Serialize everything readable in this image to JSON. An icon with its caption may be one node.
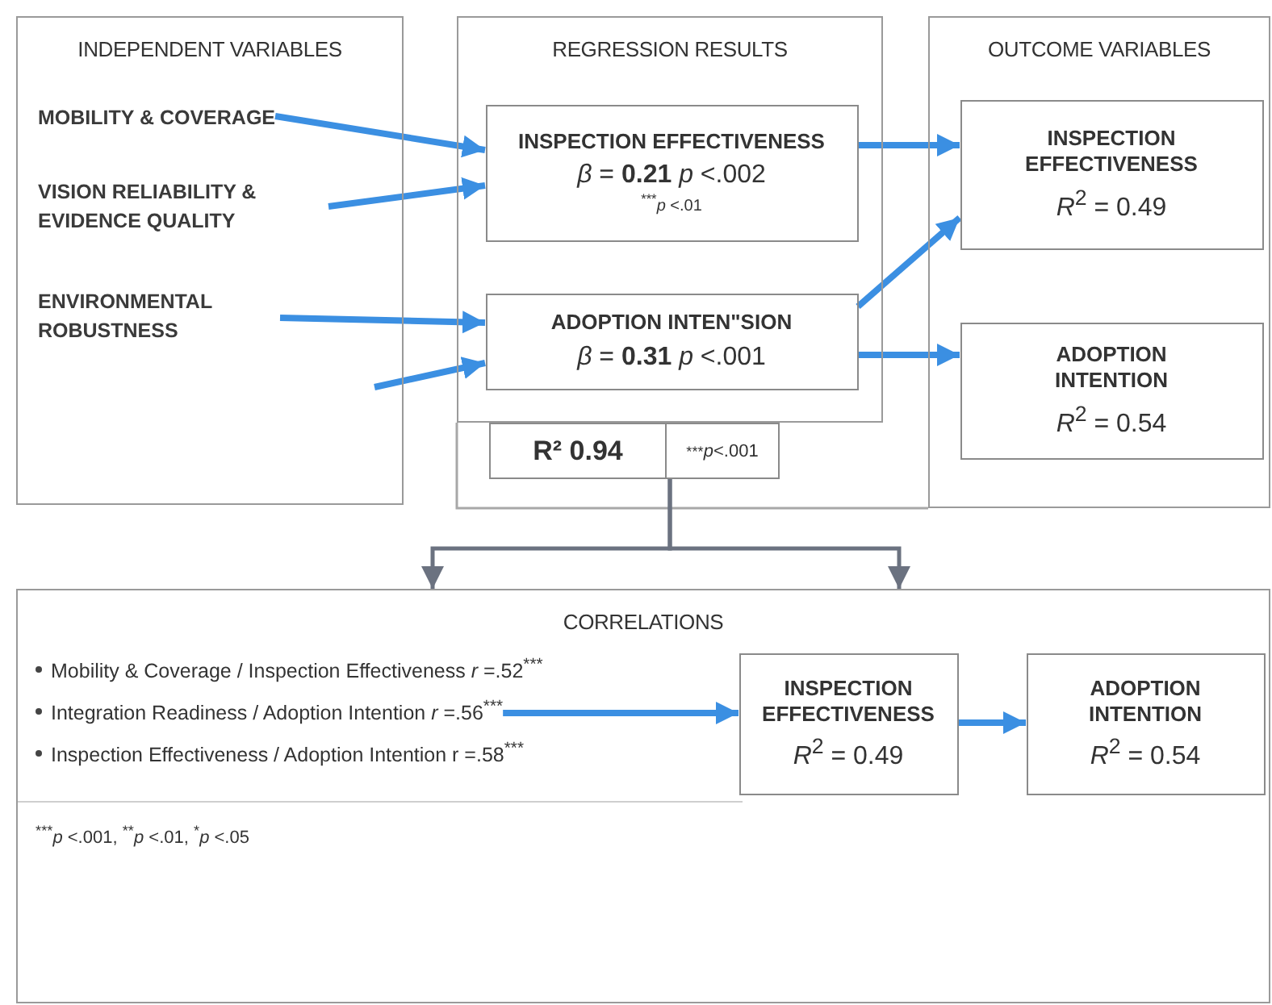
{
  "diagram": {
    "nodes": [
      {
        "text": [
          "INDEPENDENT VARIABLES"
        ]
      },
      {
        "text": [
          "MOBILITY & COVERAGE"
        ],
        "in": 0
      },
      {
        "text": [
          "VISION RELIABILITY & EVIDENCE QUALITY"
        ],
        "in": 0
      },
      {
        "text": [
          "ENVIRONMENTAL ROBUSTNESS"
        ],
        "in": 0
      },
      {
        "text": [
          "REGRESSION RESULTS"
        ]
      },
      {
        "text": [
          "INSPECTION EFFECTIVENESS",
          "*β* = **0.21** *p* <.002",
          "$^{***}$*p* <.01"
        ],
        "in": 4
      },
      {
        "text": [
          "ADOPTION INTEN\"SION",
          "*β* = **0.31** *p* <.001"
        ],
        "in": 4
      },
      {
        "text": [
          "R² 0.94",
          "$^{***}$*p*<.001"
        ]
      },
      {
        "text": [
          "OUTCOME VARIABLES"
        ]
      },
      {
        "text": [
          "INSPECTION EFFECTIVENESS",
          "*R*$^{2}$ = 0.49"
        ],
        "in": 8
      },
      {
        "text": [
          "ADOPTION INTENTION",
          "*R*$^{2}$ = 0.54"
        ],
        "in": 8
      },
      {
        "text": [
          "CORRELATIONS"
        ]
      },
      {
        "text": [
          "Mobility & Coverage / Inspection Effectiveness *r* =.52$^{***}$"
        ],
        "in": 11
      },
      {
        "text": [
          "Integration Readiness / Adoption Intention *r* =.56$^{***}$"
        ],
        "in": 11
      },
      {
        "text": [
          "Inspection Effectiveness / Adoption Intention r =.58$^{***}$"
        ],
        "in": 11
      },
      {
        "text": [
          "INSPECTION EFFECTIVENESS",
          "*R*$^{2}$ = 0.49"
        ],
        "in": 11
      },
      {
        "text": [
          "ADOPTION INTENTION",
          "*R*$^{2}$ = 0.54"
        ],
        "in": 11
      }
    ],
    "edges": [
      {
        "from": 1,
        "to": 5,
        "arrow": "to"
      },
      {
        "from": 2,
        "to": 5,
        "arrow": "to"
      },
      {
        "from": 3,
        "to": 6,
        "arrow": "to"
      },
      {
        "from": null,
        "to": 6,
        "arrow": "to"
      },
      {
        "from": 5,
        "to": 9,
        "arrow": "to"
      },
      {
        "from": 6,
        "to": 9,
        "arrow": "to"
      },
      {
        "from": 6,
        "to": 10,
        "arrow": "to"
      },
      {
        "from": 7,
        "to": 11,
        "arrow": "to",
        "color": "#6b7280"
      },
      {
        "from": 7,
        "to": 11,
        "arrow": "to",
        "color": "#6b7280"
      },
      {
        "from": 13,
        "to": 15,
        "arrow": "to"
      },
      {
        "from": 15,
        "to": 16,
        "arrow": "to"
      }
    ],
    "labels": [
      "$^{***}$*p* <.001, $^{**}$*p* <.01, $^{*}$*p* <.05"
    ]
  }
}
